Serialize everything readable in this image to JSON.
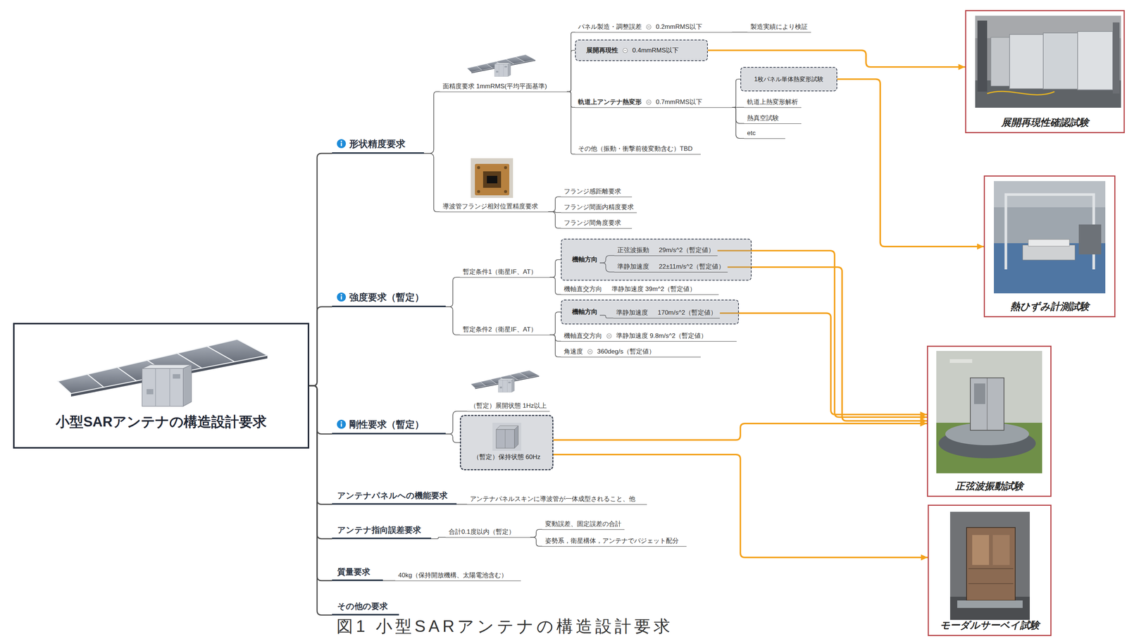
{
  "diagram": {
    "caption": "図1 小型SARアンテナの構造設計要求",
    "nodes": [
      {
        "text": [
          "小型SARアンテナの構造設計要求"
        ]
      },
      {
        "text": [
          "形状精度要求"
        ]
      },
      {
        "text": [
          "面精度要求 1mmRMS(平均平面基準)"
        ]
      },
      {
        "text": [
          "パネル製造・調整誤差",
          "0.2mmRMS以下"
        ]
      },
      {
        "text": [
          "製造実績により検証"
        ]
      },
      {
        "text": [
          "展開再現性",
          "0.4mmRMS以下"
        ]
      },
      {
        "text": [
          "軌道上アンテナ熱変形",
          "0.7mmRMS以下"
        ]
      },
      {
        "text": [
          "1枚パネル単体熱変形試験"
        ]
      },
      {
        "text": [
          "軌道上熱変形解析"
        ]
      },
      {
        "text": [
          "熱真空試験"
        ]
      },
      {
        "text": [
          "etc"
        ]
      },
      {
        "text": [
          "その他（振動・衝撃前後変動含む）TBD"
        ]
      },
      {
        "text": [
          "導波管フランジ相対位置精度要求"
        ]
      },
      {
        "text": [
          "フランジ感距離要求"
        ]
      },
      {
        "text": [
          "フランジ間面内精度要求"
        ]
      },
      {
        "text": [
          "フランジ間角度要求"
        ]
      },
      {
        "text": [
          "強度要求（暫定）"
        ]
      },
      {
        "text": [
          "暫定条件1（衛星IF、AT）"
        ]
      },
      {
        "text": [
          "機軸方向"
        ]
      },
      {
        "text": [
          "正弦波振動",
          "29m/s^2（暫定値）"
        ],
        "in": 18
      },
      {
        "text": [
          "準静加速度",
          "22±11m/s^2（暫定値）"
        ],
        "in": 18
      },
      {
        "text": [
          "機軸直交方向",
          "準静加速度 39m^2（暫定値）"
        ]
      },
      {
        "text": [
          "暫定条件2（衛星IF、AT）"
        ]
      },
      {
        "text": [
          "機軸方向"
        ]
      },
      {
        "text": [
          "準静加速度",
          "170m/s^2（暫定値）"
        ],
        "in": 23
      },
      {
        "text": [
          "機軸直交方向",
          "準静加速度 9.8m/s^2（暫定値）"
        ]
      },
      {
        "text": [
          "角速度",
          "360deg/s（暫定値）"
        ]
      },
      {
        "text": [
          "剛性要求（暫定）"
        ]
      },
      {
        "text": [
          "（暫定）展開状態 1Hz以上"
        ]
      },
      {
        "text": [
          "（暫定）保持状態 60Hz"
        ]
      },
      {
        "text": [
          "アンテナパネルへの機能要求"
        ]
      },
      {
        "text": [
          "アンテナパネルスキンに導波管が一体成型されること、他"
        ]
      },
      {
        "text": [
          "アンテナ指向誤差要求"
        ]
      },
      {
        "text": [
          "合計0.1度以内（暫定）"
        ]
      },
      {
        "text": [
          "変動誤差、固定誤差の合計"
        ]
      },
      {
        "text": [
          "姿勢系，衛星構体，アンテナでバジェット配分"
        ]
      },
      {
        "text": [
          "質量要求"
        ]
      },
      {
        "text": [
          "40kg（保持開放機構、太陽電池含む）"
        ]
      },
      {
        "text": [
          "その他の要求"
        ]
      },
      {
        "text": [
          "展開再現性確認試験"
        ]
      },
      {
        "text": [
          "熱ひずみ計測試験"
        ]
      },
      {
        "text": [
          "正弦波振動試験"
        ]
      },
      {
        "text": [
          "モーダルサーベイ試験"
        ]
      }
    ],
    "edges": [
      {
        "from": 0,
        "to": 1,
        "arrow": "none"
      },
      {
        "from": 0,
        "to": 16,
        "arrow": "none"
      },
      {
        "from": 0,
        "to": 27,
        "arrow": "none"
      },
      {
        "from": 0,
        "to": 30,
        "arrow": "none"
      },
      {
        "from": 0,
        "to": 32,
        "arrow": "none"
      },
      {
        "from": 0,
        "to": 36,
        "arrow": "none"
      },
      {
        "from": 0,
        "to": 38,
        "arrow": "none"
      },
      {
        "from": 1,
        "to": 2,
        "arrow": "none"
      },
      {
        "from": 1,
        "to": 12,
        "arrow": "none"
      },
      {
        "from": 2,
        "to": 3,
        "arrow": "none"
      },
      {
        "from": 2,
        "to": 5,
        "arrow": "none"
      },
      {
        "from": 2,
        "to": 6,
        "arrow": "none"
      },
      {
        "from": 2,
        "to": 11,
        "arrow": "none"
      },
      {
        "from": 3,
        "to": 4,
        "arrow": "none"
      },
      {
        "from": 6,
        "to": 7,
        "arrow": "none"
      },
      {
        "from": 6,
        "to": 8,
        "arrow": "none"
      },
      {
        "from": 6,
        "to": 9,
        "arrow": "none"
      },
      {
        "from": 6,
        "to": 10,
        "arrow": "none"
      },
      {
        "from": 12,
        "to": 13,
        "arrow": "none"
      },
      {
        "from": 12,
        "to": 14,
        "arrow": "none"
      },
      {
        "from": 12,
        "to": 15,
        "arrow": "none"
      },
      {
        "from": 16,
        "to": 17,
        "arrow": "none"
      },
      {
        "from": 16,
        "to": 22,
        "arrow": "none"
      },
      {
        "from": 17,
        "to": 18,
        "arrow": "none"
      },
      {
        "from": 17,
        "to": 21,
        "arrow": "none"
      },
      {
        "from": 18,
        "to": 19,
        "arrow": "none"
      },
      {
        "from": 18,
        "to": 20,
        "arrow": "none"
      },
      {
        "from": 22,
        "to": 23,
        "arrow": "none"
      },
      {
        "from": 22,
        "to": 25,
        "arrow": "none"
      },
      {
        "from": 22,
        "to": 26,
        "arrow": "none"
      },
      {
        "from": 23,
        "to": 24,
        "arrow": "none"
      },
      {
        "from": 27,
        "to": 28,
        "arrow": "none"
      },
      {
        "from": 27,
        "to": 29,
        "arrow": "none"
      },
      {
        "from": 30,
        "to": 31,
        "arrow": "none"
      },
      {
        "from": 32,
        "to": 33,
        "arrow": "none"
      },
      {
        "from": 33,
        "to": 34,
        "arrow": "none"
      },
      {
        "from": 33,
        "to": 35,
        "arrow": "none"
      },
      {
        "from": 36,
        "to": 37,
        "arrow": "none"
      },
      {
        "from": 5,
        "to": 39,
        "arrow": "to"
      },
      {
        "from": 7,
        "to": 40,
        "arrow": "to"
      },
      {
        "from": 19,
        "to": 41,
        "arrow": "to"
      },
      {
        "from": 20,
        "to": 41,
        "arrow": "to"
      },
      {
        "from": 24,
        "to": 41,
        "arrow": "to"
      },
      {
        "from": 29,
        "to": 41,
        "arrow": "to"
      },
      {
        "from": 29,
        "to": 42,
        "arrow": "to"
      }
    ]
  }
}
